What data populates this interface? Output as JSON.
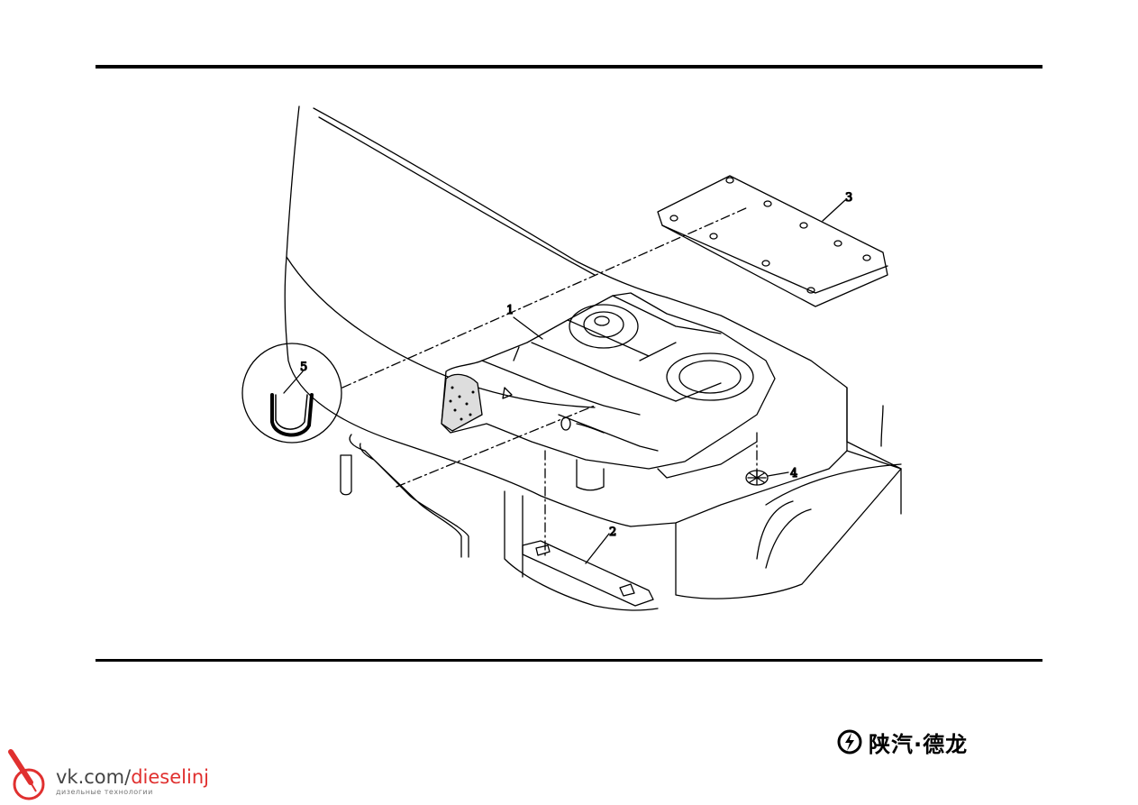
{
  "figure": {
    "callouts": [
      "1",
      "2",
      "3",
      "4",
      "5"
    ]
  },
  "footer": {
    "brand_text": "陕汽·德龙"
  },
  "watermark": {
    "url_prefix": "vk.com/",
    "url_accent": "dieselinj",
    "tagline": "дизельные технологии"
  }
}
